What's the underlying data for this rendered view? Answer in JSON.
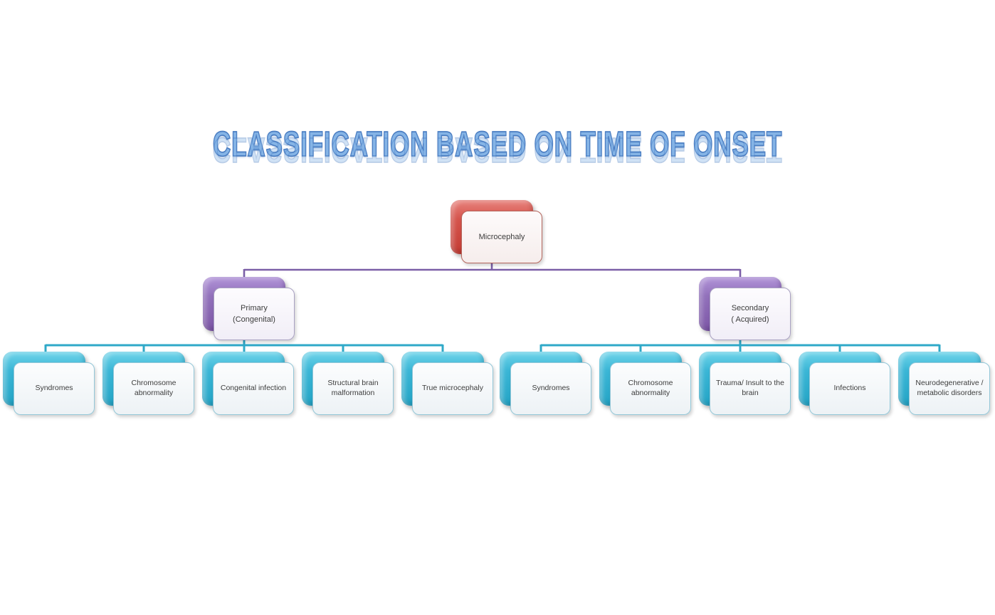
{
  "title": "CLASSIFICATION BASED ON TIME OF ONSET",
  "colors": {
    "title_fill": "#85b4e6",
    "title_stroke": "#4a7dc2",
    "connector_purple": "#7b5fa7",
    "connector_teal": "#2fa9c8",
    "root_back": "#d5544c",
    "branch_back": "#9271bb",
    "leaf_back": "#3ab6d6"
  },
  "tree": {
    "root": "Microcephaly",
    "branches": [
      {
        "label": "Primary\n(Congenital)",
        "children": [
          "Syndromes",
          "Chromosome abnormality",
          "Congenital infection",
          "Structural brain malformation",
          "True microcephaly"
        ]
      },
      {
        "label": "Secondary\n( Acquired)",
        "children": [
          "Syndromes",
          "Chromosome abnormality",
          "Trauma/ Insult to the brain",
          "Infections",
          "Neurodegenerative / metabolic disorders"
        ]
      }
    ]
  }
}
